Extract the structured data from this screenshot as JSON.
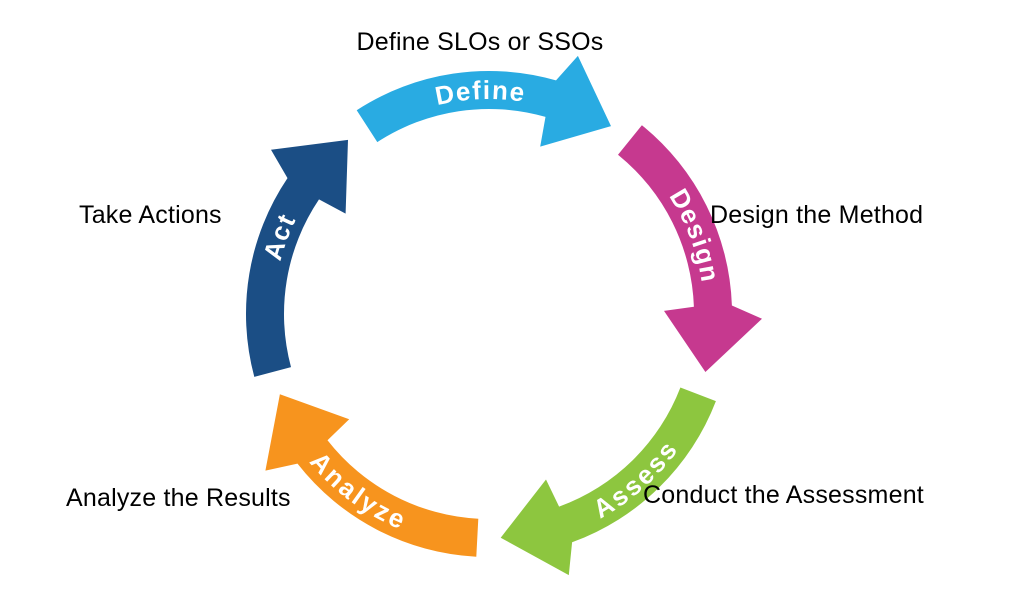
{
  "diagram": {
    "type": "cycle",
    "flow": "clockwise",
    "background": "#ffffff",
    "label_color": "#000000",
    "arc_text_color": "#ffffff",
    "steps": [
      {
        "id": "define",
        "arc_label": "Define",
        "outer_label": "Define SLOs or SSOs",
        "color": "#29ABE2"
      },
      {
        "id": "design",
        "arc_label": "Design",
        "outer_label": "Design the Method",
        "color": "#C6398F"
      },
      {
        "id": "assess",
        "arc_label": "Assess",
        "outer_label": "Conduct the Assessment",
        "color": "#8DC63F"
      },
      {
        "id": "analyze",
        "arc_label": "Analyze",
        "outer_label": "Analyze the Results",
        "color": "#F7941E"
      },
      {
        "id": "act",
        "arc_label": "Act",
        "outer_label": "Take Actions",
        "color": "#1B4E85"
      }
    ]
  }
}
